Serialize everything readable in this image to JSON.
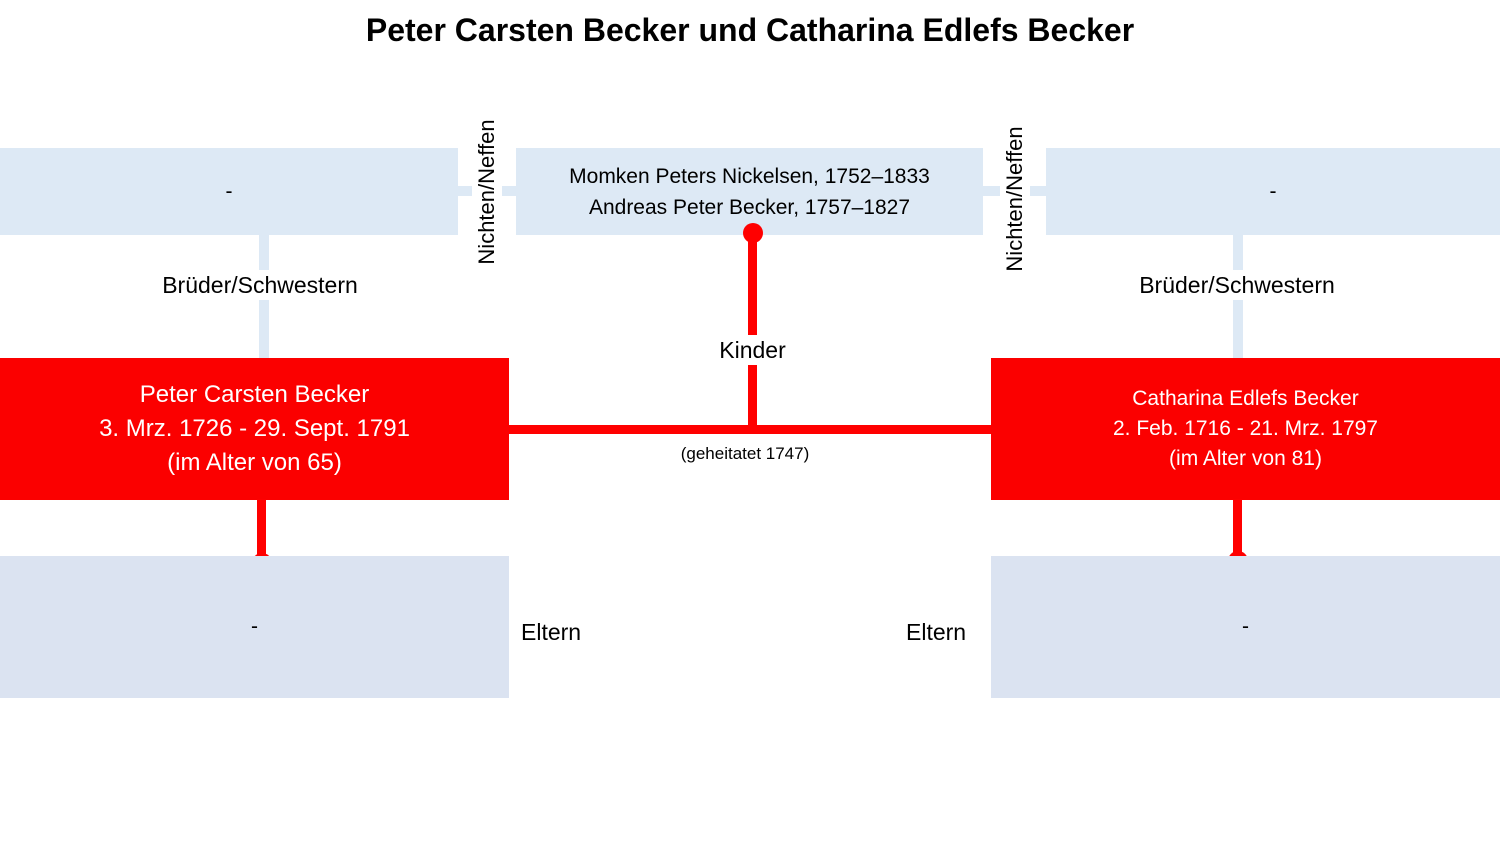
{
  "title": "Peter Carsten Becker und Catharina Edlefs Becker",
  "left_siblings": {
    "label": "Brüder/Schwestern",
    "value": "-"
  },
  "right_siblings": {
    "label": "Brüder/Schwestern",
    "value": "-"
  },
  "nieces_left": "Nichten/Neffen",
  "nieces_right": "Nichten/Neffen",
  "children": {
    "label": "Kinder",
    "items": [
      "Momken Peters Nickelsen, 1752–1833",
      "Andreas Peter Becker, 1757–1827"
    ]
  },
  "husband": {
    "name": "Peter Carsten Becker",
    "dates": "3. Mrz. 1726 - 29. Sept. 1791",
    "age": "(im Alter von 65)"
  },
  "wife": {
    "name": "Catharina Edlefs Becker",
    "dates": "2. Feb. 1716 - 21. Mrz. 1797",
    "age": "(im Alter von 81)"
  },
  "marriage": "(geheitatet 1747)",
  "left_parents": {
    "label": "Eltern",
    "value": "-"
  },
  "right_parents": {
    "label": "Eltern",
    "value": "-"
  },
  "colors": {
    "person": "#fb0000",
    "light": "#dde9f5",
    "parents": "#dbe3f1",
    "line": "#ff0000"
  }
}
